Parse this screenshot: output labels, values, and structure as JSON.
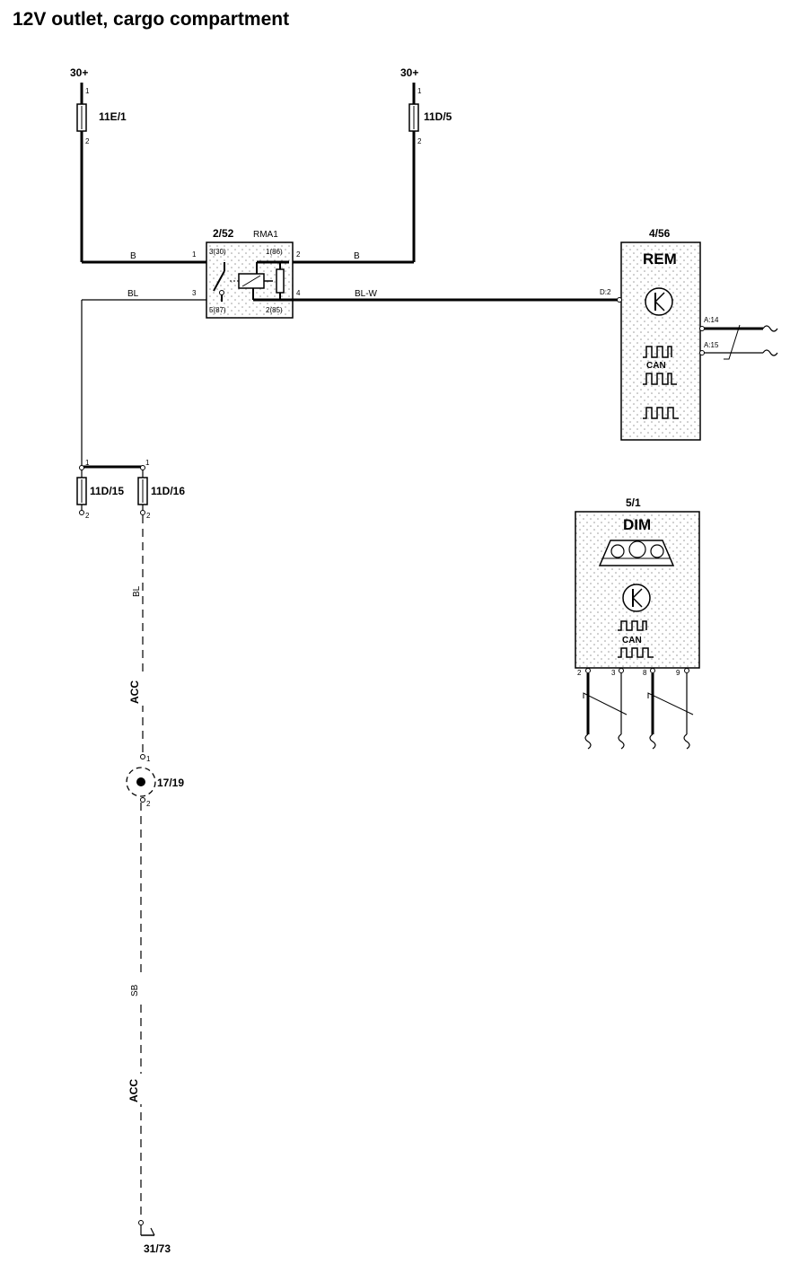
{
  "title": "12V outlet, cargo compartment",
  "supplies": {
    "left": "30+",
    "right": "30+"
  },
  "fuses": {
    "f1": {
      "label": "11E/1",
      "pin_top": "1",
      "pin_bottom": "2"
    },
    "f2": {
      "label": "11D/5",
      "pin_top": "1",
      "pin_bottom": "2"
    },
    "f3": {
      "label": "11D/15",
      "pin_top": "1",
      "pin_bottom": "2"
    },
    "f4": {
      "label": "11D/16",
      "pin_top": "1",
      "pin_bottom": "2"
    }
  },
  "relay": {
    "id": "2/52",
    "name": "RMA1",
    "pins": {
      "p1": "1",
      "p2": "2",
      "p3": "3",
      "p4": "4",
      "p30": "3(30)",
      "p86": "1(86)",
      "p87": "5(87)",
      "p85": "2(85)"
    }
  },
  "wires": {
    "w_left_top": "B",
    "w_right_top": "B",
    "w_bl_relay": "BL",
    "w_bl_w": "BL-W",
    "w_bl_vert": "BL",
    "w_acc1": "ACC",
    "w_sb": "SB",
    "w_acc2": "ACC"
  },
  "rem": {
    "id": "4/56",
    "name": "REM",
    "pin_in": "D:2",
    "pin_a14": "A:14",
    "pin_a15": "A:15",
    "can": "CAN"
  },
  "dim": {
    "id": "5/1",
    "name": "DIM",
    "can": "CAN",
    "pins": [
      "2",
      "3",
      "8",
      "9"
    ]
  },
  "outlet": {
    "label": "17/19",
    "pin_top": "1",
    "pin_bottom": "2"
  },
  "ground": "31/73",
  "icons": {
    "fuse": "fuse-icon",
    "relay": "relay-icon",
    "transistor": "transistor-icon",
    "can_signal": "can-signal-icon",
    "gauge": "instrument-cluster-icon",
    "outlet": "power-outlet-icon",
    "ground": "ground-icon"
  }
}
